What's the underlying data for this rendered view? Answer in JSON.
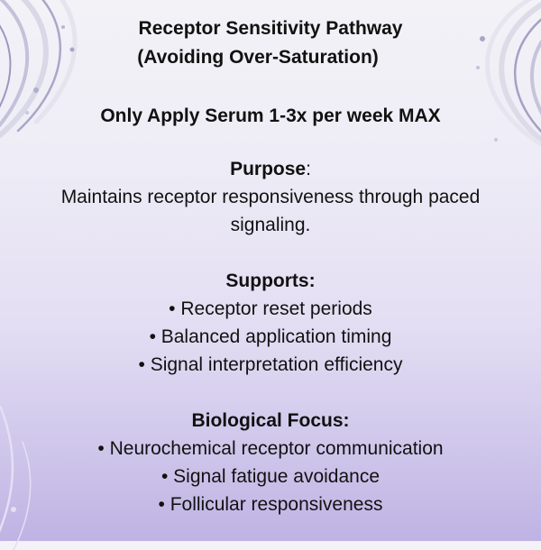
{
  "title": {
    "line1": "Receptor Sensitivity Pathway",
    "line2": "(Avoiding Over-Saturation)"
  },
  "frequency_note": "Only Apply Serum 1-3x per week MAX",
  "purpose": {
    "heading": "Purpose",
    "colon": ":",
    "text_line1": "Maintains receptor responsiveness through paced",
    "text_line2": "signaling."
  },
  "supports": {
    "heading": "Supports:",
    "items": [
      "• Receptor reset periods",
      "• Balanced application timing",
      "• Signal interpretation efficiency"
    ]
  },
  "biological_focus": {
    "heading": "Biological Focus:",
    "items": [
      "• Neurochemical receptor communication",
      "• Signal fatigue avoidance",
      "• Follicular responsiveness"
    ]
  },
  "colors": {
    "background_top": "#f3f2f7",
    "background_bottom": "#beb3e3",
    "text": "#111111",
    "decor_stroke": "#9a98c0"
  }
}
